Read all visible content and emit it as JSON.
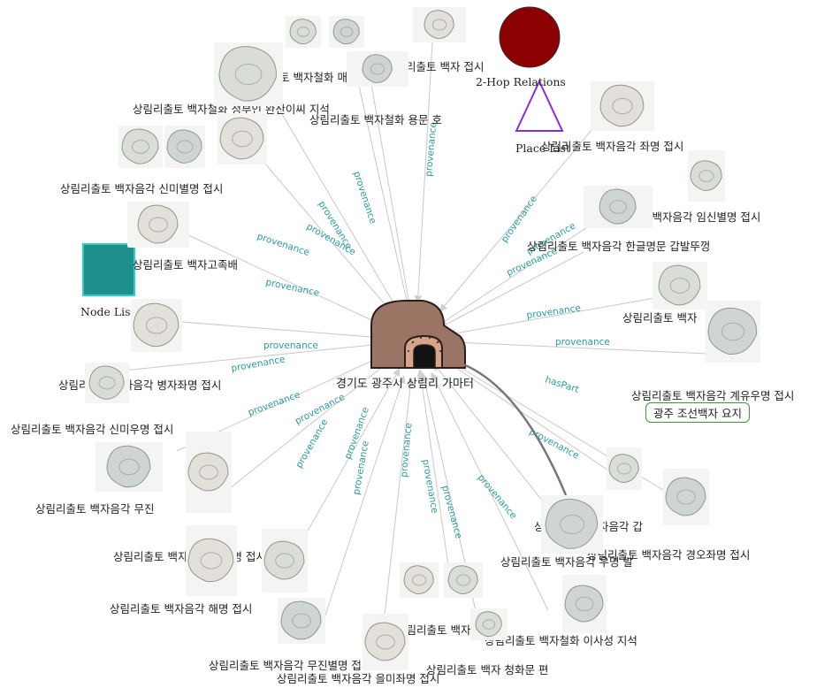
{
  "hub": {
    "label": "경기도 광주시 상림리 가마터"
  },
  "legend": {
    "hop": "2-Hop Relations",
    "place": "Place List",
    "node": "Node List"
  },
  "region_label": "광주 조선백자 요지",
  "edge_labels": {
    "provenance": "provenance",
    "haspart": "hasPart"
  },
  "nodes": [
    "상림리출토 백자철화 매화문 투경",
    "상림리출토 백자 접시",
    "상림리출토 백자철화 정부인 완산이씨 지석",
    "상림리출토 백자철화 용문 호",
    "상림리출토 백자음각 좌명 접시",
    "상림리출토 백자음각 신미별명 접시",
    "상림리출토 백자음각 임신별명 접시",
    "상림리출토 백자음각 한글명문 갑발뚜껑",
    "상림리출토 백자고족배",
    "상림리출토 백자",
    "상림리출토 백자음각 병자좌명 접시",
    "상림리출토 백자음각 계유우명 접시",
    "상림리출토 백자음각 신미우명 접시",
    "상림리출토 백자음각 무진",
    "상림리출토 백자음각 갑",
    "상림리출토 백자철화 구일명 접시",
    "상림리출토 백자음각 경오좌명 접시",
    "상림리출토 백자음각 우명 발",
    "상림리출토 백자음각 해명 접시",
    "상림리출토 백자발",
    "상림리출토 백자철화 이사성 지석",
    "상림리출토 백자음각 무진별명 접시",
    "상림리출토 백자 청화문 편",
    "상림리출토 백자음각 을미좌명 접시"
  ],
  "colors": {
    "edge": "#c8c8c8",
    "edge_label": "#2a9d9a",
    "hop_circle": "#8b0000",
    "place_triangle": "#8a2be2",
    "node_square": "#1e8f8a",
    "region_border": "#3a9a3a"
  }
}
